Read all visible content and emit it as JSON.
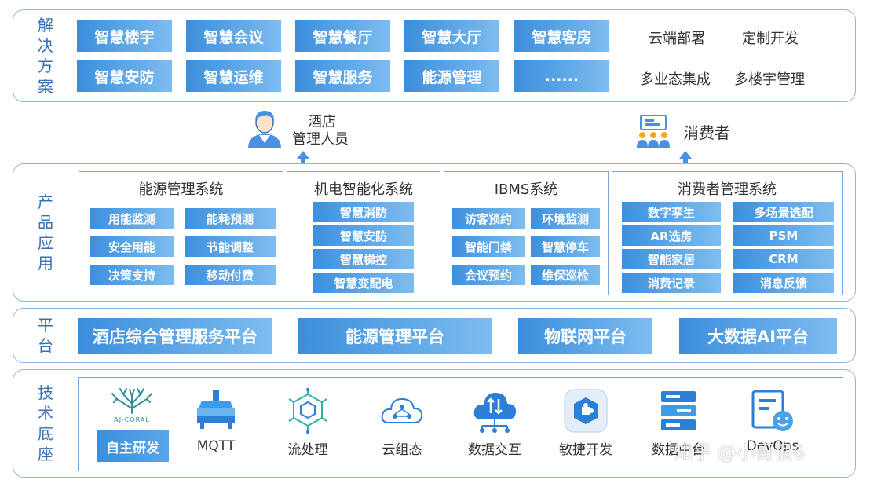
{
  "solutions": {
    "label": [
      "解",
      "决",
      "方",
      "案"
    ],
    "row1": [
      "智慧楼宇",
      "智慧会议",
      "智慧餐厅",
      "智慧大厅",
      "智慧客房"
    ],
    "row2": [
      "智慧安防",
      "智慧运维",
      "智慧服务",
      "能源管理",
      "......"
    ],
    "plain_row1": [
      "云端部署",
      "定制开发"
    ],
    "plain_row2": [
      "多业态集成",
      "多楼宇管理"
    ]
  },
  "actors": {
    "hotel_manager": [
      "酒店",
      "管理人员"
    ],
    "consumer": "消费者"
  },
  "products": {
    "label": [
      "产",
      "品",
      "应",
      "用"
    ],
    "energy": {
      "title": "能源管理系统",
      "chips": [
        "用能监测",
        "能耗预测",
        "安全用能",
        "节能调整",
        "决策支持",
        "移动付费"
      ]
    },
    "mep": {
      "title": "机电智能化系统",
      "chips": [
        "智慧消防",
        "智慧安防",
        "智慧梯控",
        "智慧变配电"
      ]
    },
    "ibms": {
      "title": "IBMS系统",
      "chips": [
        "访客预约",
        "环境监测",
        "智能门禁",
        "智慧停车",
        "会议预约",
        "维保巡检"
      ]
    },
    "consumer": {
      "title": "消费者管理系统",
      "chips": [
        "数字孪生",
        "多场景选配",
        "AR选房",
        "PSM",
        "智能家居",
        "CRM",
        "消费记录",
        "消息反馈"
      ]
    }
  },
  "platform": {
    "label": [
      "平",
      "台"
    ],
    "items": [
      "酒店综合管理服务平台",
      "能源管理平台",
      "物联网平台",
      "大数据AI平台"
    ]
  },
  "tech": {
    "label": [
      "技",
      "术",
      "底",
      "座"
    ],
    "logo_text": "AJ-CORAL",
    "items": [
      "自主研发",
      "MQTT",
      "流处理",
      "云组态",
      "数据交互",
      "敏捷开发",
      "数据中台",
      "DevOps"
    ]
  },
  "watermark": "知乎 @小哥很6",
  "colors": {
    "accent": "#3b8edc",
    "border": "#8fb8dc",
    "label": "#3a6fb2"
  }
}
